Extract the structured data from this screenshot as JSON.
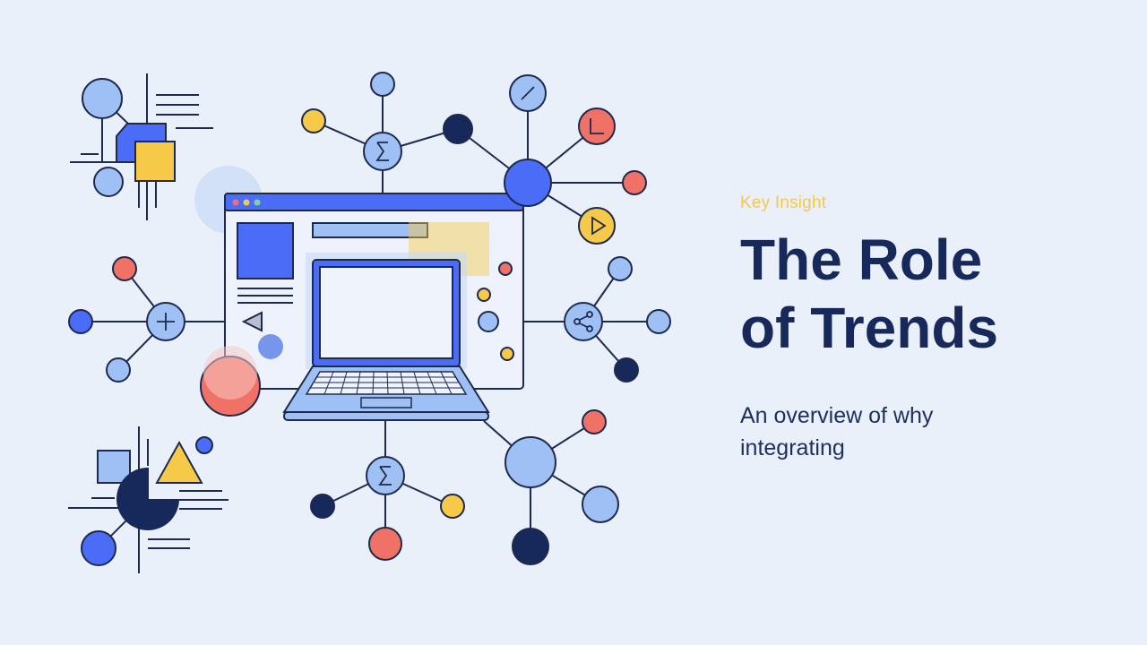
{
  "slide": {
    "eyebrow": "Key Insight",
    "title_line1": "The Role",
    "title_line2": "of Trends",
    "subtitle": "An overview of why integrating"
  },
  "illustration": {
    "hub_icons": [
      "sigma-icon",
      "share-icon",
      "plus-icon",
      "play-icon",
      "slash-icon",
      "corner-icon",
      "triangle-left-icon"
    ]
  },
  "colors": {
    "background": "#eaf0fa",
    "navy": "#16295a",
    "royal_blue": "#4a6cf7",
    "light_blue": "#9fc0f5",
    "coral": "#f07166",
    "yellow": "#f7c948",
    "eyebrow": "#f5c84c"
  }
}
